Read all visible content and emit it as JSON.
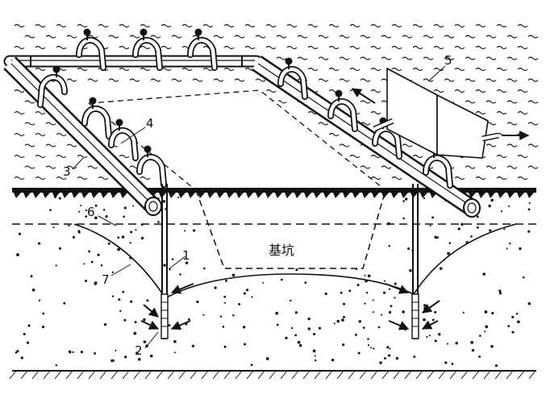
{
  "diagram": {
    "colors": {
      "ink": "#111111",
      "background": "#ffffff"
    },
    "labels": {
      "well_point": "1",
      "filter_pipe": "2",
      "header_pipe": "3",
      "connector_hose": "4",
      "pump": "5",
      "original_water_table": "6",
      "lowered_water_table": "7",
      "pit": "基坑"
    }
  }
}
